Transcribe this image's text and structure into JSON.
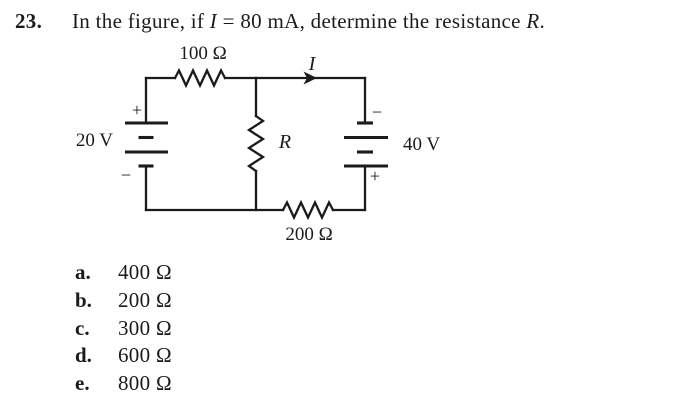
{
  "question": {
    "number": "23.",
    "pre": "In the figure, if ",
    "var_i": "I",
    "mid": " = 80 mA, determine the resistance ",
    "var_r": "R",
    "end": "."
  },
  "circuit": {
    "labels": {
      "top_resistor": "100 Ω",
      "current": "I",
      "left_battery_voltage": "20 V",
      "left_battery_plus": "+",
      "left_battery_minus": "−",
      "middle_resistor": "R",
      "right_battery_minus": "−",
      "right_battery_voltage": "40 V",
      "right_battery_plus": "+",
      "bottom_resistor": "200 Ω"
    }
  },
  "options": [
    {
      "letter": "a.",
      "value": "400 Ω"
    },
    {
      "letter": "b.",
      "value": "200 Ω"
    },
    {
      "letter": "c.",
      "value": "300 Ω"
    },
    {
      "letter": "d.",
      "value": "600 Ω"
    },
    {
      "letter": "e.",
      "value": "800 Ω"
    }
  ],
  "colors": {
    "ink": "#1b1b1b",
    "background": "#ffffff"
  }
}
